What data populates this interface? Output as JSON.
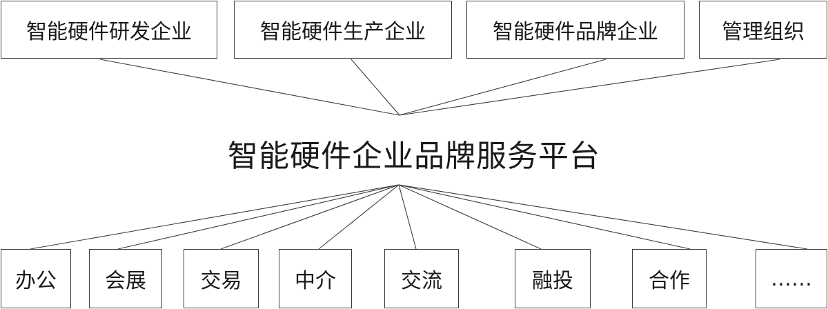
{
  "top_nodes": [
    {
      "label": "智能硬件研发企业"
    },
    {
      "label": "智能硬件生产企业"
    },
    {
      "label": "智能硬件品牌企业"
    },
    {
      "label": "管理组织"
    }
  ],
  "center": {
    "label": "智能硬件企业品牌服务平台"
  },
  "bottom_nodes": [
    {
      "label": "办公"
    },
    {
      "label": "会展"
    },
    {
      "label": "交易"
    },
    {
      "label": "中介"
    },
    {
      "label": "交流"
    },
    {
      "label": "融投"
    },
    {
      "label": "合作"
    },
    {
      "label": "……"
    }
  ]
}
